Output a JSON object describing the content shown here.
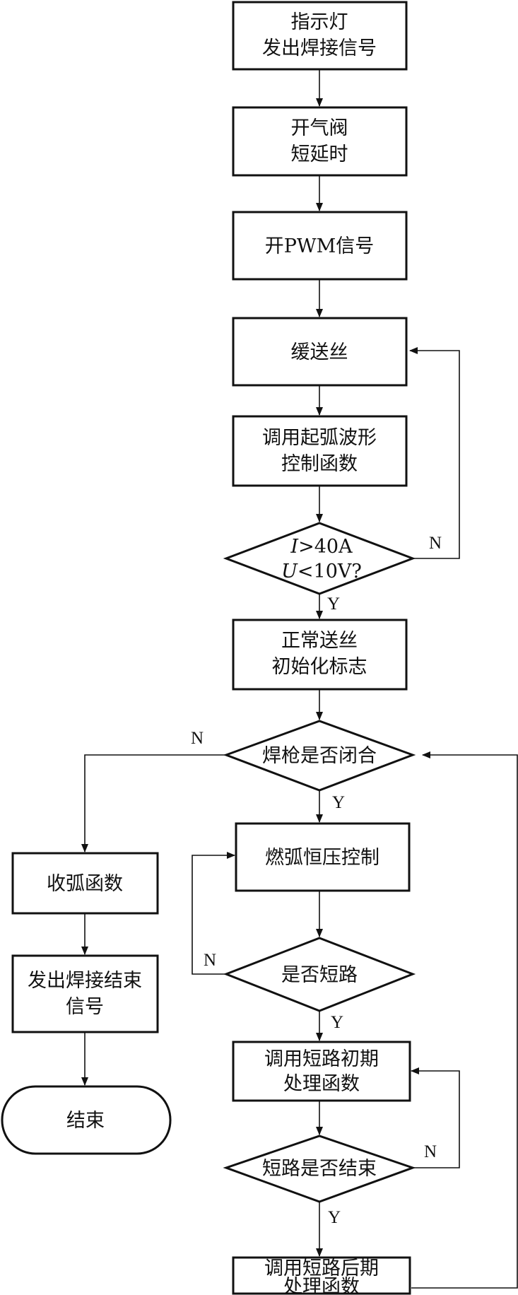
{
  "nodes": {
    "n1": [
      "指示灯",
      "发出焊接信号"
    ],
    "n2": [
      "开气阀",
      "短延时"
    ],
    "n3": [
      "开PWM信号"
    ],
    "n4": [
      "缓送丝"
    ],
    "n5": [
      "调用起弧波形",
      "控制函数"
    ],
    "d1": {
      "var1": "I",
      "rest1": ">40A",
      "var2": "U",
      "rest2": "<10V?"
    },
    "n6": [
      "正常送丝",
      "初始化标志"
    ],
    "d2": [
      "焊枪是否闭合"
    ],
    "n7": [
      "燃弧恒压控制"
    ],
    "d3": [
      "是否短路"
    ],
    "n8": [
      "调用短路初期",
      "处理函数"
    ],
    "d4": [
      "短路是否结束"
    ],
    "n9": [
      "调用短路后期",
      "处理函数"
    ],
    "left1": [
      "收弧函数"
    ],
    "left2": [
      "发出焊接结束",
      "信号"
    ],
    "end": [
      "结束"
    ]
  },
  "branch_labels": {
    "yes": "Y",
    "no": "N"
  }
}
